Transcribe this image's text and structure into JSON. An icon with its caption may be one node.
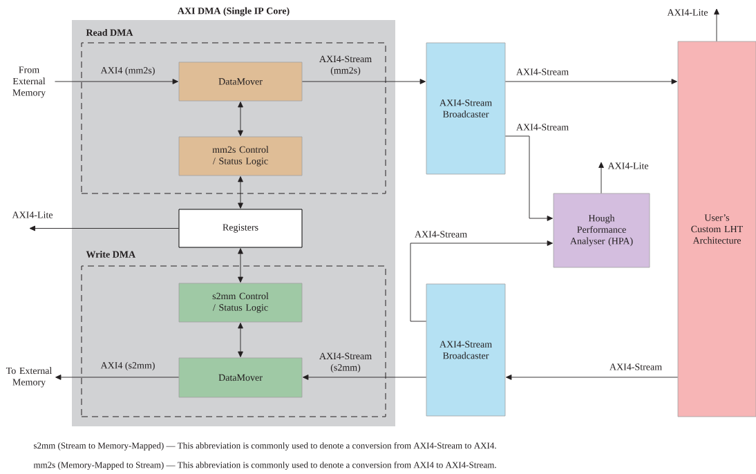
{
  "diagram": {
    "nodes": [
      {
        "text": [
          "AXI DMA (Single IP Core)"
        ]
      },
      {
        "text": [
          "Read DMA"
        ],
        "in": 0
      },
      {
        "text": [
          "DataMover"
        ],
        "in": 1
      },
      {
        "text": [
          "mm2s Control / Status Logic"
        ],
        "in": 1
      },
      {
        "text": [
          "Registers"
        ],
        "in": 0
      },
      {
        "text": [
          "Write DMA"
        ],
        "in": 0
      },
      {
        "text": [
          "s2mm Control / Status Logic"
        ],
        "in": 5
      },
      {
        "text": [
          "DataMover"
        ],
        "in": 5
      },
      {
        "text": [
          "From External Memory"
        ]
      },
      {
        "text": [
          "To External Memory"
        ]
      },
      {
        "text": [
          "AXI4-Stream Broadcaster"
        ]
      },
      {
        "text": [
          "Hough Performance Analyser (HPA)"
        ]
      },
      {
        "text": [
          "AXI4-Stream Broadcaster"
        ]
      },
      {
        "text": [
          "User’s Custom LHT Architecture"
        ]
      }
    ],
    "edges": [
      {
        "from": 8,
        "to": 2,
        "arrow": "to",
        "label": "AXI4 (mm2s)"
      },
      {
        "from": 2,
        "to": 3,
        "arrow": "both"
      },
      {
        "from": 3,
        "to": 4,
        "arrow": "both"
      },
      {
        "from": 4,
        "to": null,
        "arrow": "to",
        "label": "AXI4-Lite"
      },
      {
        "from": 4,
        "to": 6,
        "arrow": "both"
      },
      {
        "from": 6,
        "to": 7,
        "arrow": "both"
      },
      {
        "from": 7,
        "to": 9,
        "arrow": "to",
        "label": "AXI4 (s2mm)"
      },
      {
        "from": 12,
        "to": 7,
        "arrow": "to",
        "label": "AXI4-Stream (s2mm)"
      },
      {
        "from": 2,
        "to": 10,
        "arrow": "to",
        "label": "AXI4-Stream (mm2s)"
      },
      {
        "from": 10,
        "to": 13,
        "arrow": "to",
        "label": "AXI4-Stream"
      },
      {
        "from": 10,
        "to": 11,
        "arrow": "to",
        "label": "AXI4-Stream"
      },
      {
        "from": 12,
        "to": 11,
        "arrow": "to",
        "label": "AXI4-Stream"
      },
      {
        "from": 13,
        "to": 12,
        "arrow": "to",
        "label": "AXI4-Stream"
      },
      {
        "from": 11,
        "to": null,
        "arrow": "to",
        "label": "AXI4-Lite"
      },
      {
        "from": 13,
        "to": null,
        "arrow": "to",
        "label": "AXI4-Lite"
      }
    ],
    "labels": [
      "s2mm (Stream to Memory-Mapped) — This abbreviation is commonly used to denote a conversion from AXI4-Stream to AXI4.",
      "mm2s (Memory-Mapped to Stream) — This abbreviation is commonly used to denote a conversion from AXI4 to AXI4-Stream."
    ]
  }
}
